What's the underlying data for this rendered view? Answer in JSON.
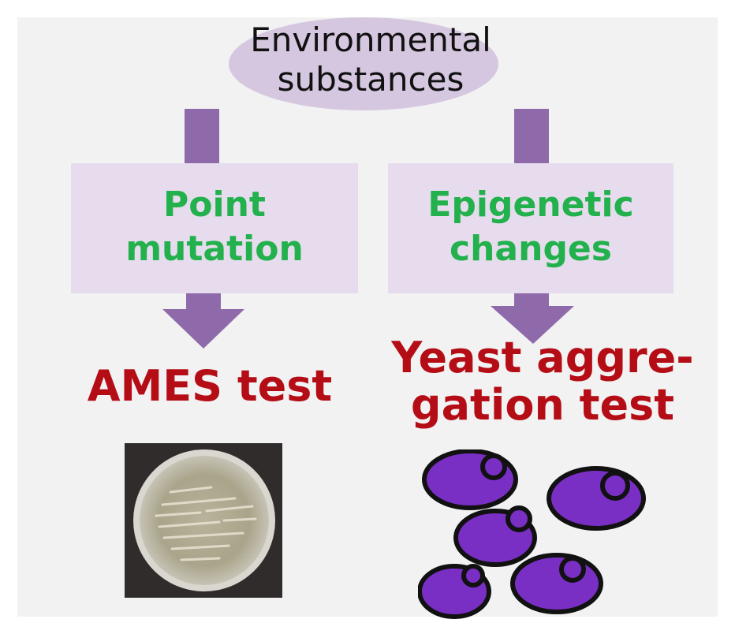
{
  "diagram": {
    "top_node": {
      "line1": "Environmental",
      "line2": "substances"
    },
    "left_box": {
      "line1": "Point",
      "line2": "mutation"
    },
    "right_box": {
      "line1": "Epigenetic",
      "line2": "changes"
    },
    "left_test": "AMES test",
    "right_test": {
      "line1": "Yeast aggre-",
      "line2": "gation test"
    }
  },
  "colors": {
    "background_panel": "#f2f2f2",
    "ellipse_fill": "#d5c7e0",
    "box_fill": "#e6dced",
    "arrow_fill": "#8f6aaa",
    "box_text": "#22b14c",
    "test_text": "#b50d16",
    "yeast_cell": "#7a2fc4"
  },
  "icons": {
    "left_image": "petri-dish-image",
    "right_image": "yeast-cells-image"
  }
}
